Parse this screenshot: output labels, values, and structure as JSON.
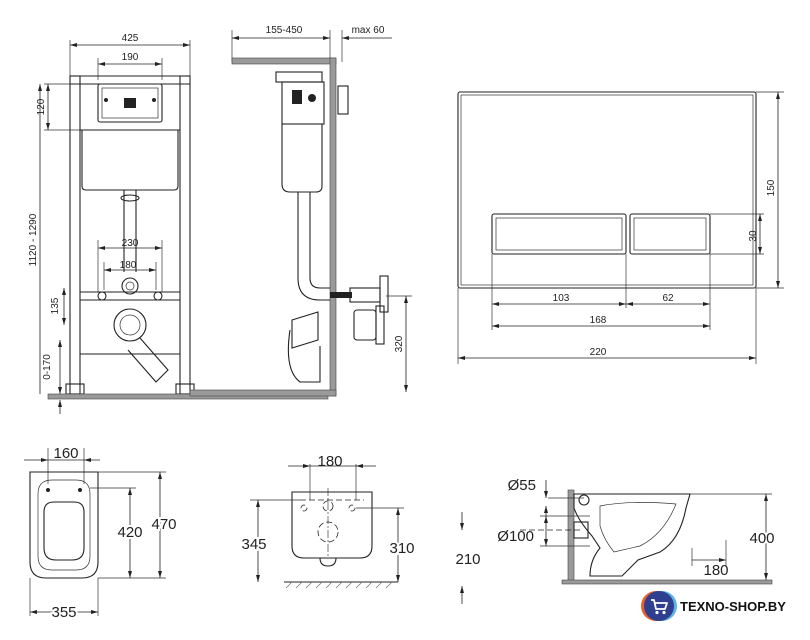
{
  "frame_front": {
    "width": "425",
    "plate_width": "190",
    "top_offset": "120",
    "height": "1120 - 1290",
    "pipe_span": "230",
    "pipe_span_inner": "180",
    "outlet_height": "135",
    "foot_adjust": "0-170"
  },
  "frame_side": {
    "depth": "155-450",
    "max_wall": "max 60",
    "outlet_level": "320"
  },
  "flush_plate": {
    "height": "150",
    "button_height": "30",
    "left_button": "103",
    "right_button": "62",
    "buttons_total": "168",
    "width": "220"
  },
  "bowl_top": {
    "seat_width": "160",
    "inner_length": "420",
    "length": "470",
    "width": "355"
  },
  "bowl_rear": {
    "bolt_span": "180",
    "height_left": "345",
    "height_right": "310"
  },
  "bowl_side": {
    "inlet": "Ø55",
    "outlet": "Ø100",
    "height": "400",
    "outlet_level": "210",
    "partial": "180"
  },
  "brand": {
    "name": "TEXNO-SHOP.BY",
    "logo_icon": "shopping-cart-icon",
    "accent": "#2f3e8f"
  }
}
